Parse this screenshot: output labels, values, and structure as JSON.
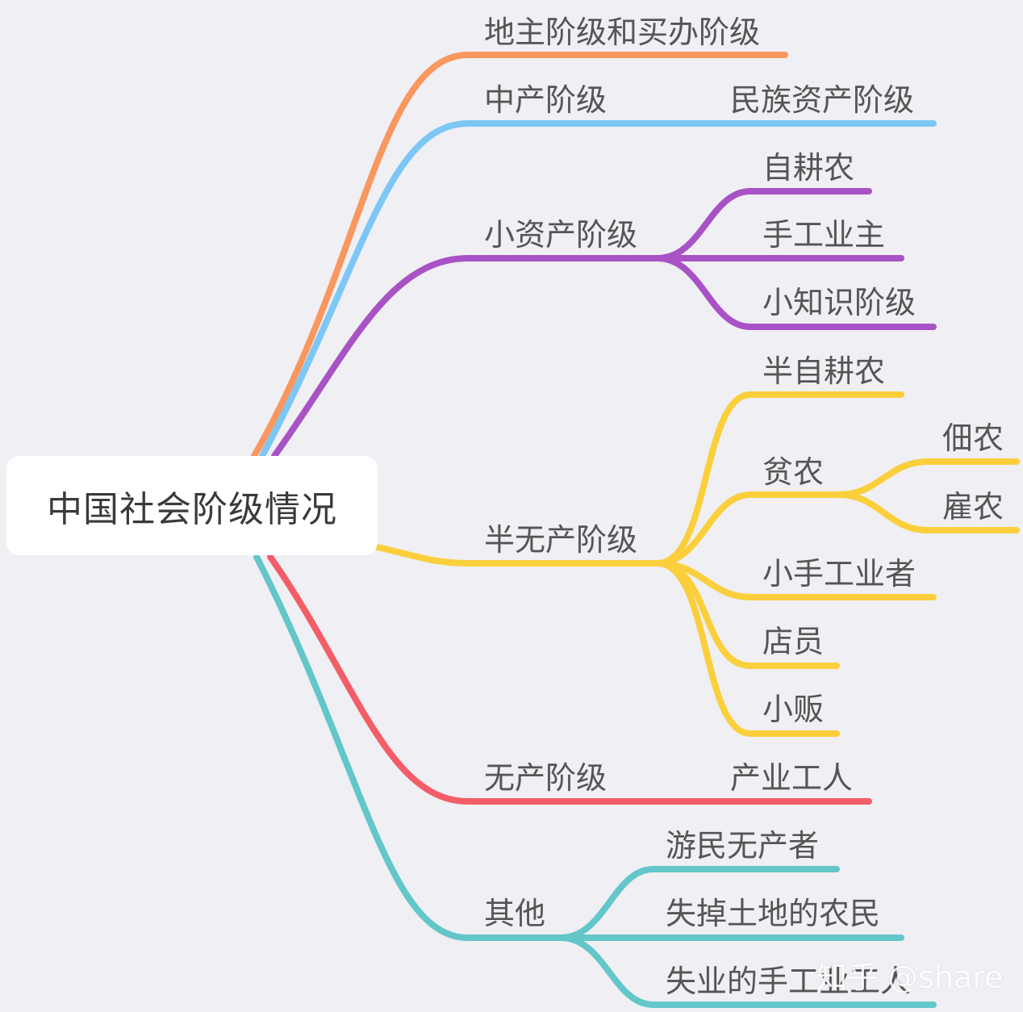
{
  "root": {
    "label": "中国社会阶级情况"
  },
  "colors": {
    "landlord": "#f9975e",
    "middle": "#7cc7f5",
    "petty": "#a952c6",
    "semi": "#fbcf3b",
    "proletariat": "#f35d68",
    "other": "#63c6c9"
  },
  "branches": [
    {
      "label": "地主阶级和买办阶级",
      "color": "landlord",
      "children": []
    },
    {
      "label": "中产阶级",
      "color": "middle",
      "children": [
        {
          "label": "民族资产阶级",
          "children": []
        }
      ]
    },
    {
      "label": "小资产阶级",
      "color": "petty",
      "children": [
        {
          "label": "自耕农",
          "children": []
        },
        {
          "label": "手工业主",
          "children": []
        },
        {
          "label": "小知识阶级",
          "children": []
        }
      ]
    },
    {
      "label": "半无产阶级",
      "color": "semi",
      "children": [
        {
          "label": "半自耕农",
          "children": []
        },
        {
          "label": "贫农",
          "children": [
            {
              "label": "佃农"
            },
            {
              "label": "雇农"
            }
          ]
        },
        {
          "label": "小手工业者",
          "children": []
        },
        {
          "label": "店员",
          "children": []
        },
        {
          "label": "小贩",
          "children": []
        }
      ]
    },
    {
      "label": "无产阶级",
      "color": "proletariat",
      "children": [
        {
          "label": "产业工人",
          "children": []
        }
      ]
    },
    {
      "label": "其他",
      "color": "other",
      "children": [
        {
          "label": "游民无产者",
          "children": []
        },
        {
          "label": "失掉土地的农民",
          "children": []
        },
        {
          "label": "失业的手工业工人",
          "children": []
        }
      ]
    }
  ],
  "watermark": "知乎 @share"
}
